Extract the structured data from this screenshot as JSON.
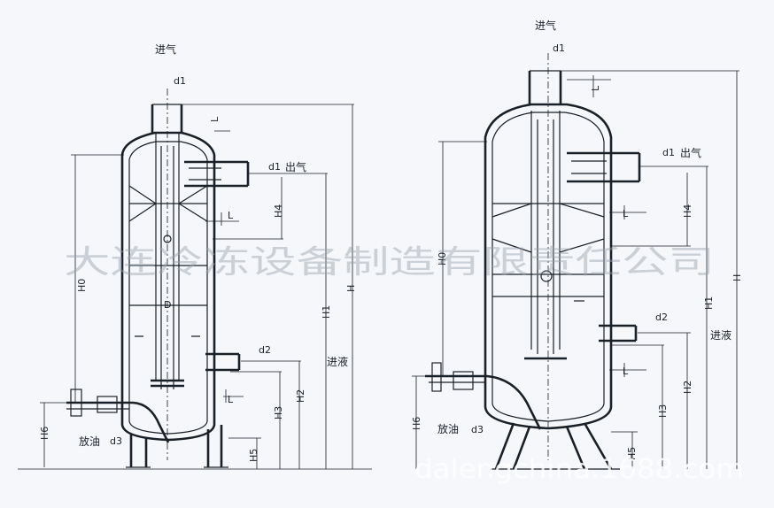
{
  "labels": {
    "inlet_gas": "进气",
    "outlet_gas": "出气",
    "inlet_liquid": "进液",
    "drain_oil": "放油",
    "d1": "d1",
    "d2": "d2",
    "d3": "d3",
    "D": "D",
    "L": "L",
    "H": "H",
    "H0": "H0",
    "H1": "H1",
    "H2": "H2",
    "H3": "H3",
    "H4": "H4",
    "H5": "H5",
    "H6": "H6"
  },
  "watermark": {
    "company": "大连冷冻设备制造有限责任公司",
    "site": "dalengchina.1688.com"
  }
}
